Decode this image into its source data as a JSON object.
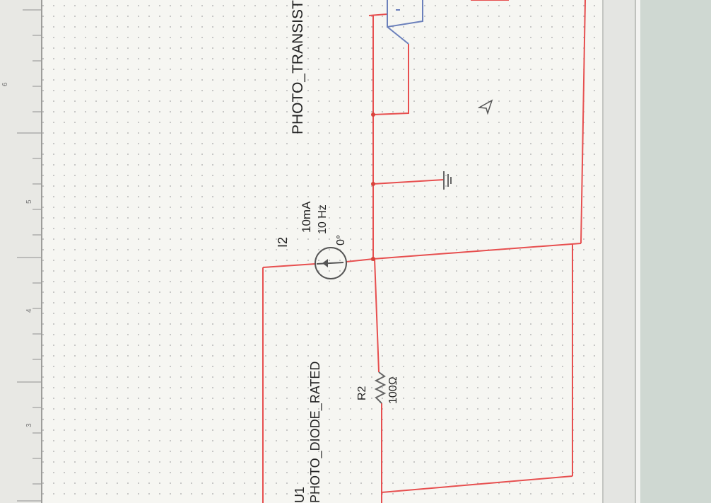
{
  "ruler": {
    "marks": [
      "6",
      "5",
      "4",
      "3"
    ]
  },
  "components": {
    "photo_transistor": "PHOTO_TRANSISTOR",
    "i2_ref": "I2",
    "i2_amp": "10mA",
    "i2_freq": "10 Hz",
    "i2_phase": "0°",
    "u1_ref": "U1",
    "u1_name": "PHOTO_DIODE_RATED",
    "r2_ref": "R2",
    "r2_val": "100Ω"
  },
  "colors": {
    "wire": "#e74f4f",
    "opamp": "#6b80bb",
    "grid": "#b7b7b7"
  }
}
